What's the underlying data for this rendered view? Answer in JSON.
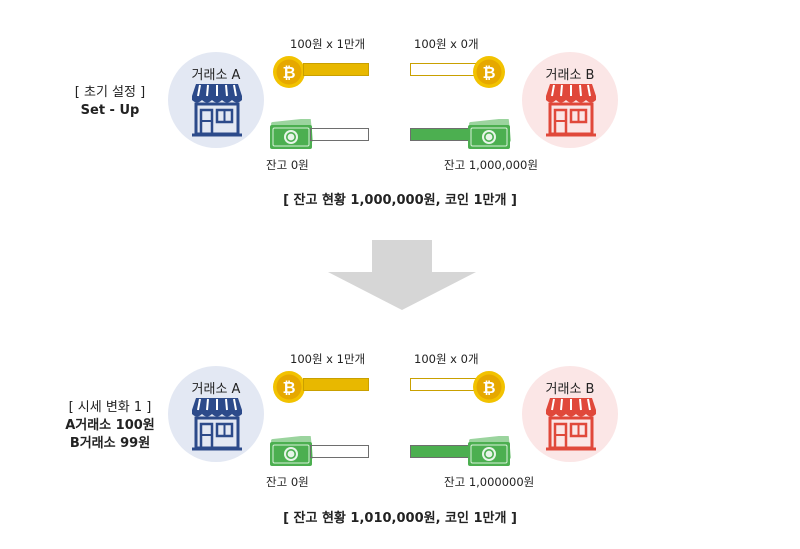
{
  "colors": {
    "coin": "#e8b800",
    "cash": "#4caf50",
    "exchange_a": "#2c4a8a",
    "exchange_b": "#e0483a"
  },
  "stages": [
    {
      "label": "[ 초기 설정 ]",
      "sublines": [
        "Set - Up"
      ],
      "exchange_a": {
        "name": "거래소 A",
        "coin_label": "100원 x 1만개",
        "coin_fill": 1,
        "cash_label": "잔고 0원",
        "cash_fill": 0
      },
      "exchange_b": {
        "name": "거래소 B",
        "coin_label": "100원 x 0개",
        "coin_fill": 0,
        "cash_label": "잔고 1,000,000원",
        "cash_fill": 1
      },
      "summary": "[ 잔고 현황 1,000,000원, 코인 1만개 ]"
    },
    {
      "label": "[ 시세 변화 1 ]",
      "sublines": [
        "A거래소 100원",
        "B거래소 99원"
      ],
      "exchange_a": {
        "name": "거래소 A",
        "coin_label": "100원 x 1만개",
        "coin_fill": 1,
        "cash_label": "잔고 0원",
        "cash_fill": 0
      },
      "exchange_b": {
        "name": "거래소 B",
        "coin_label": "100원 x 0개",
        "coin_fill": 0,
        "cash_label": "잔고 1,000000원",
        "cash_fill": 1
      },
      "summary": "[ 잔고 현황 1,010,000원, 코인 1만개 ]"
    }
  ]
}
